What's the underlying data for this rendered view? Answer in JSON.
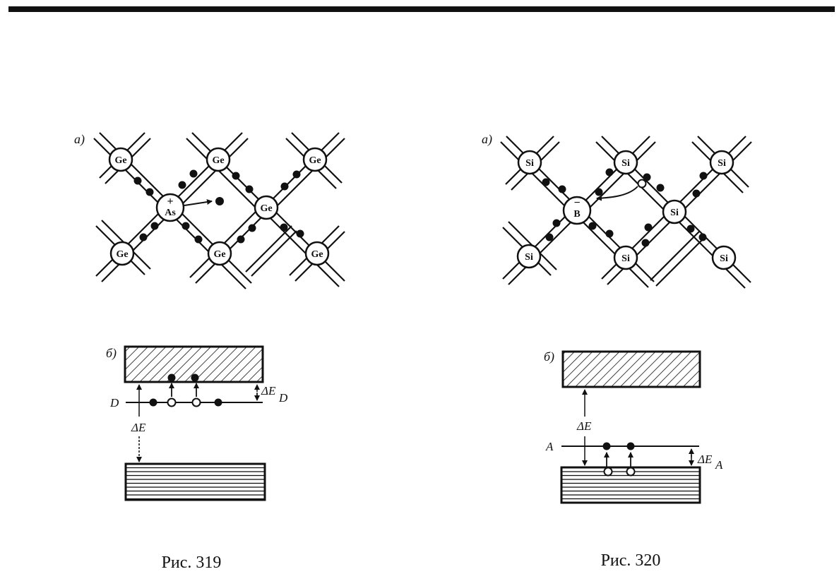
{
  "fig319": {
    "caption": "Рис. 319",
    "label_a": "a)",
    "label_b": "б)",
    "atoms": {
      "ge_top_left": "Ge",
      "ge_top_mid": "Ge",
      "ge_top_right": "Ge",
      "impurity": "As",
      "ge_center": "Ge",
      "ge_bot_left": "Ge",
      "ge_bot_mid": "Ge",
      "ge_bot_right": "Ge"
    },
    "impurity_sign": "+",
    "level_label": "D",
    "gap_label": "ΔE",
    "donor_gap_label": "ΔE",
    "donor_gap_sub": "D"
  },
  "fig320": {
    "caption": "Рис. 320",
    "label_a": "a)",
    "label_b": "б)",
    "atoms": {
      "si_top_left": "Si",
      "si_top_mid": "Si",
      "si_top_right": "Si",
      "impurity": "B",
      "si_center": "Si",
      "si_bot_left": "Si",
      "si_bot_mid": "Si",
      "si_bot_right": "Si"
    },
    "impurity_sign": "−",
    "level_label": "A",
    "gap_label": "ΔE",
    "acceptor_gap_label": "ΔE",
    "acceptor_gap_sub": "A"
  }
}
